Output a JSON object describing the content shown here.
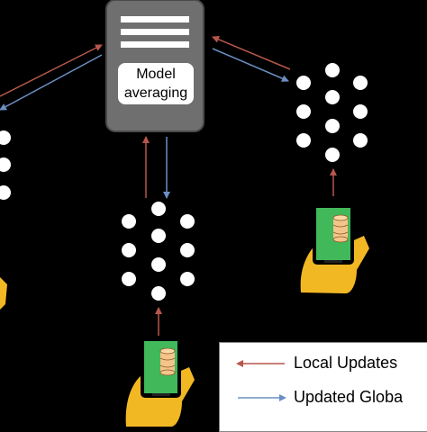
{
  "server": {
    "label_line1": "Model",
    "label_line2": "averaging"
  },
  "legend": {
    "local_updates_label": "Local Updates",
    "global_updates_label": "Updated Globa",
    "local_color": "#b7574b",
    "global_color": "#6b8fc4"
  },
  "icons": [
    "server-icon",
    "neural-network-icon",
    "smartphone-icon",
    "hand-icon",
    "database-icon"
  ]
}
